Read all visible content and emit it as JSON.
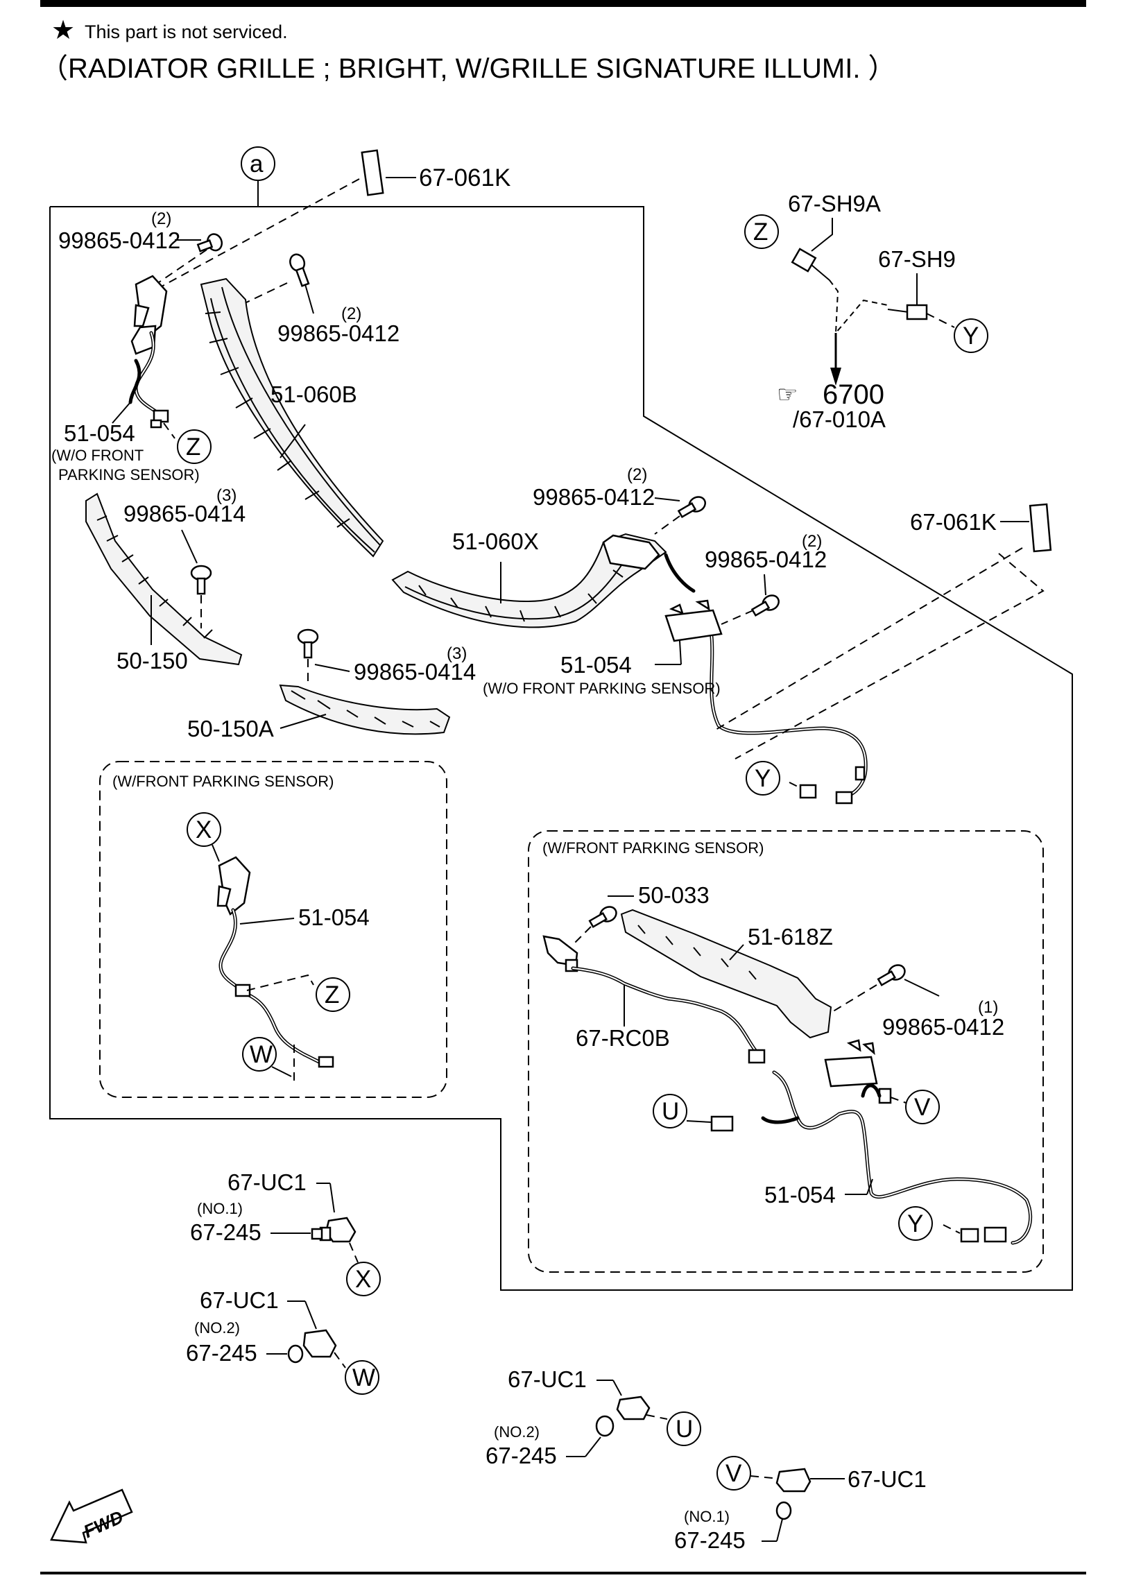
{
  "header": {
    "note": "This part is not serviced.",
    "title": "（RADIATOR GRILLE ; BRIGHT, W/GRILLE SIGNATURE ILLUMI. ）"
  },
  "callouts": {
    "a": "a",
    "z": "Z",
    "y": "Y",
    "x": "X",
    "w": "W",
    "u": "U",
    "v": "V"
  },
  "parts": {
    "p67_061k_top": "67-061K",
    "p67_061k_right": "67-061K",
    "p67_sh9a": "67-SH9A",
    "p67_sh9": "67-SH9",
    "ref_6700": "6700",
    "ref_67_010a": "/67-010A",
    "p99865_0412_a": "99865-0412",
    "p99865_0412_b": "99865-0412",
    "p99865_0412_c": "99865-0412",
    "p99865_0412_d": "99865-0412",
    "p99865_0412_e": "99865-0412",
    "p99865_0414_a": "99865-0414",
    "p99865_0414_b": "99865-0414",
    "p51_060b": "51-060B",
    "p51_060x": "51-060X",
    "p51_054_left": "51-054",
    "p51_054_mid": "51-054",
    "p51_054_box1": "51-054",
    "p51_054_box2": "51-054",
    "p50_150": "50-150",
    "p50_150a": "50-150A",
    "p50_033": "50-033",
    "p51_618z": "51-618Z",
    "p67_rc0b": "67-RC0B",
    "p67_uc1_x": "67-UC1",
    "p67_uc1_w": "67-UC1",
    "p67_uc1_u": "67-UC1",
    "p67_uc1_v": "67-UC1",
    "p67_245_x": "67-245",
    "p67_245_w": "67-245",
    "p67_245_u": "67-245",
    "p67_245_v": "67-245"
  },
  "quantities": {
    "q_0412_a": "(2)",
    "q_0412_b": "(2)",
    "q_0412_c": "(2)",
    "q_0412_d": "(2)",
    "q_0412_e": "(1)",
    "q_0414_a": "(3)",
    "q_0414_b": "(3)"
  },
  "qualifiers": {
    "wo_front_1": "(W/O FRONT",
    "wo_front_2": "PARKING SENSOR)",
    "wo_front_mid": "(W/O FRONT PARKING SENSOR)",
    "w_front_box1": "(W/FRONT PARKING SENSOR)",
    "w_front_box2": "(W/FRONT PARKING SENSOR)",
    "no1_x": "(NO.1)",
    "no2_w": "(NO.2)",
    "no2_u": "(NO.2)",
    "no1_v": "(NO.1)"
  },
  "fwd": "FWD"
}
